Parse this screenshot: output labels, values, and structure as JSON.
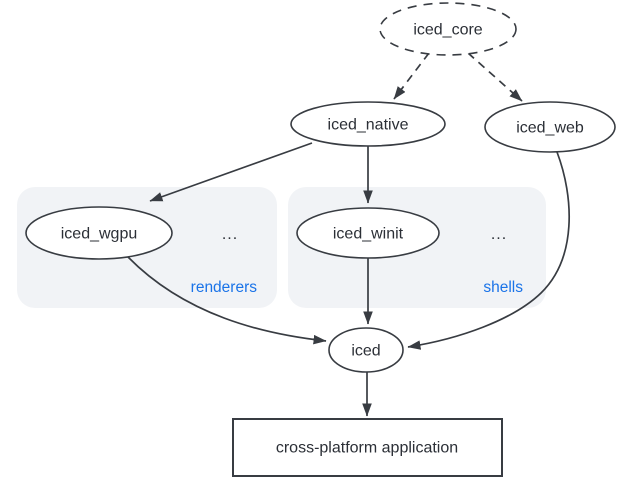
{
  "diagram": {
    "description": "iced crate ecosystem dependency diagram",
    "nodes": {
      "iced_core": {
        "label": "iced_core",
        "shape": "ellipse",
        "border": "dashed"
      },
      "iced_native": {
        "label": "iced_native",
        "shape": "ellipse",
        "border": "solid"
      },
      "iced_web": {
        "label": "iced_web",
        "shape": "ellipse",
        "border": "solid"
      },
      "iced_wgpu": {
        "label": "iced_wgpu",
        "shape": "ellipse",
        "border": "solid"
      },
      "iced_winit": {
        "label": "iced_winit",
        "shape": "ellipse",
        "border": "solid"
      },
      "iced": {
        "label": "iced",
        "shape": "ellipse",
        "border": "solid"
      },
      "application": {
        "label": "cross-platform application",
        "shape": "rectangle",
        "border": "solid"
      }
    },
    "groups": {
      "renderers": {
        "label": "renderers",
        "ellipsis": "...",
        "contains": [
          "iced_wgpu"
        ]
      },
      "shells": {
        "label": "shells",
        "ellipsis": "...",
        "contains": [
          "iced_winit"
        ]
      }
    },
    "edges": [
      {
        "from": "iced_core",
        "to": "iced_native",
        "style": "dashed"
      },
      {
        "from": "iced_core",
        "to": "iced_web",
        "style": "dashed"
      },
      {
        "from": "iced_native",
        "to": "iced_wgpu",
        "style": "solid"
      },
      {
        "from": "iced_native",
        "to": "iced_winit",
        "style": "solid"
      },
      {
        "from": "iced_wgpu",
        "to": "iced",
        "style": "solid"
      },
      {
        "from": "iced_winit",
        "to": "iced",
        "style": "solid"
      },
      {
        "from": "iced_web",
        "to": "iced",
        "style": "solid"
      },
      {
        "from": "iced",
        "to": "application",
        "style": "solid"
      }
    ],
    "colors": {
      "stroke": "#383c42",
      "text": "#2b2f36",
      "group_fill": "#f1f3f6",
      "group_label": "#1a73e8",
      "background": "#ffffff"
    }
  }
}
